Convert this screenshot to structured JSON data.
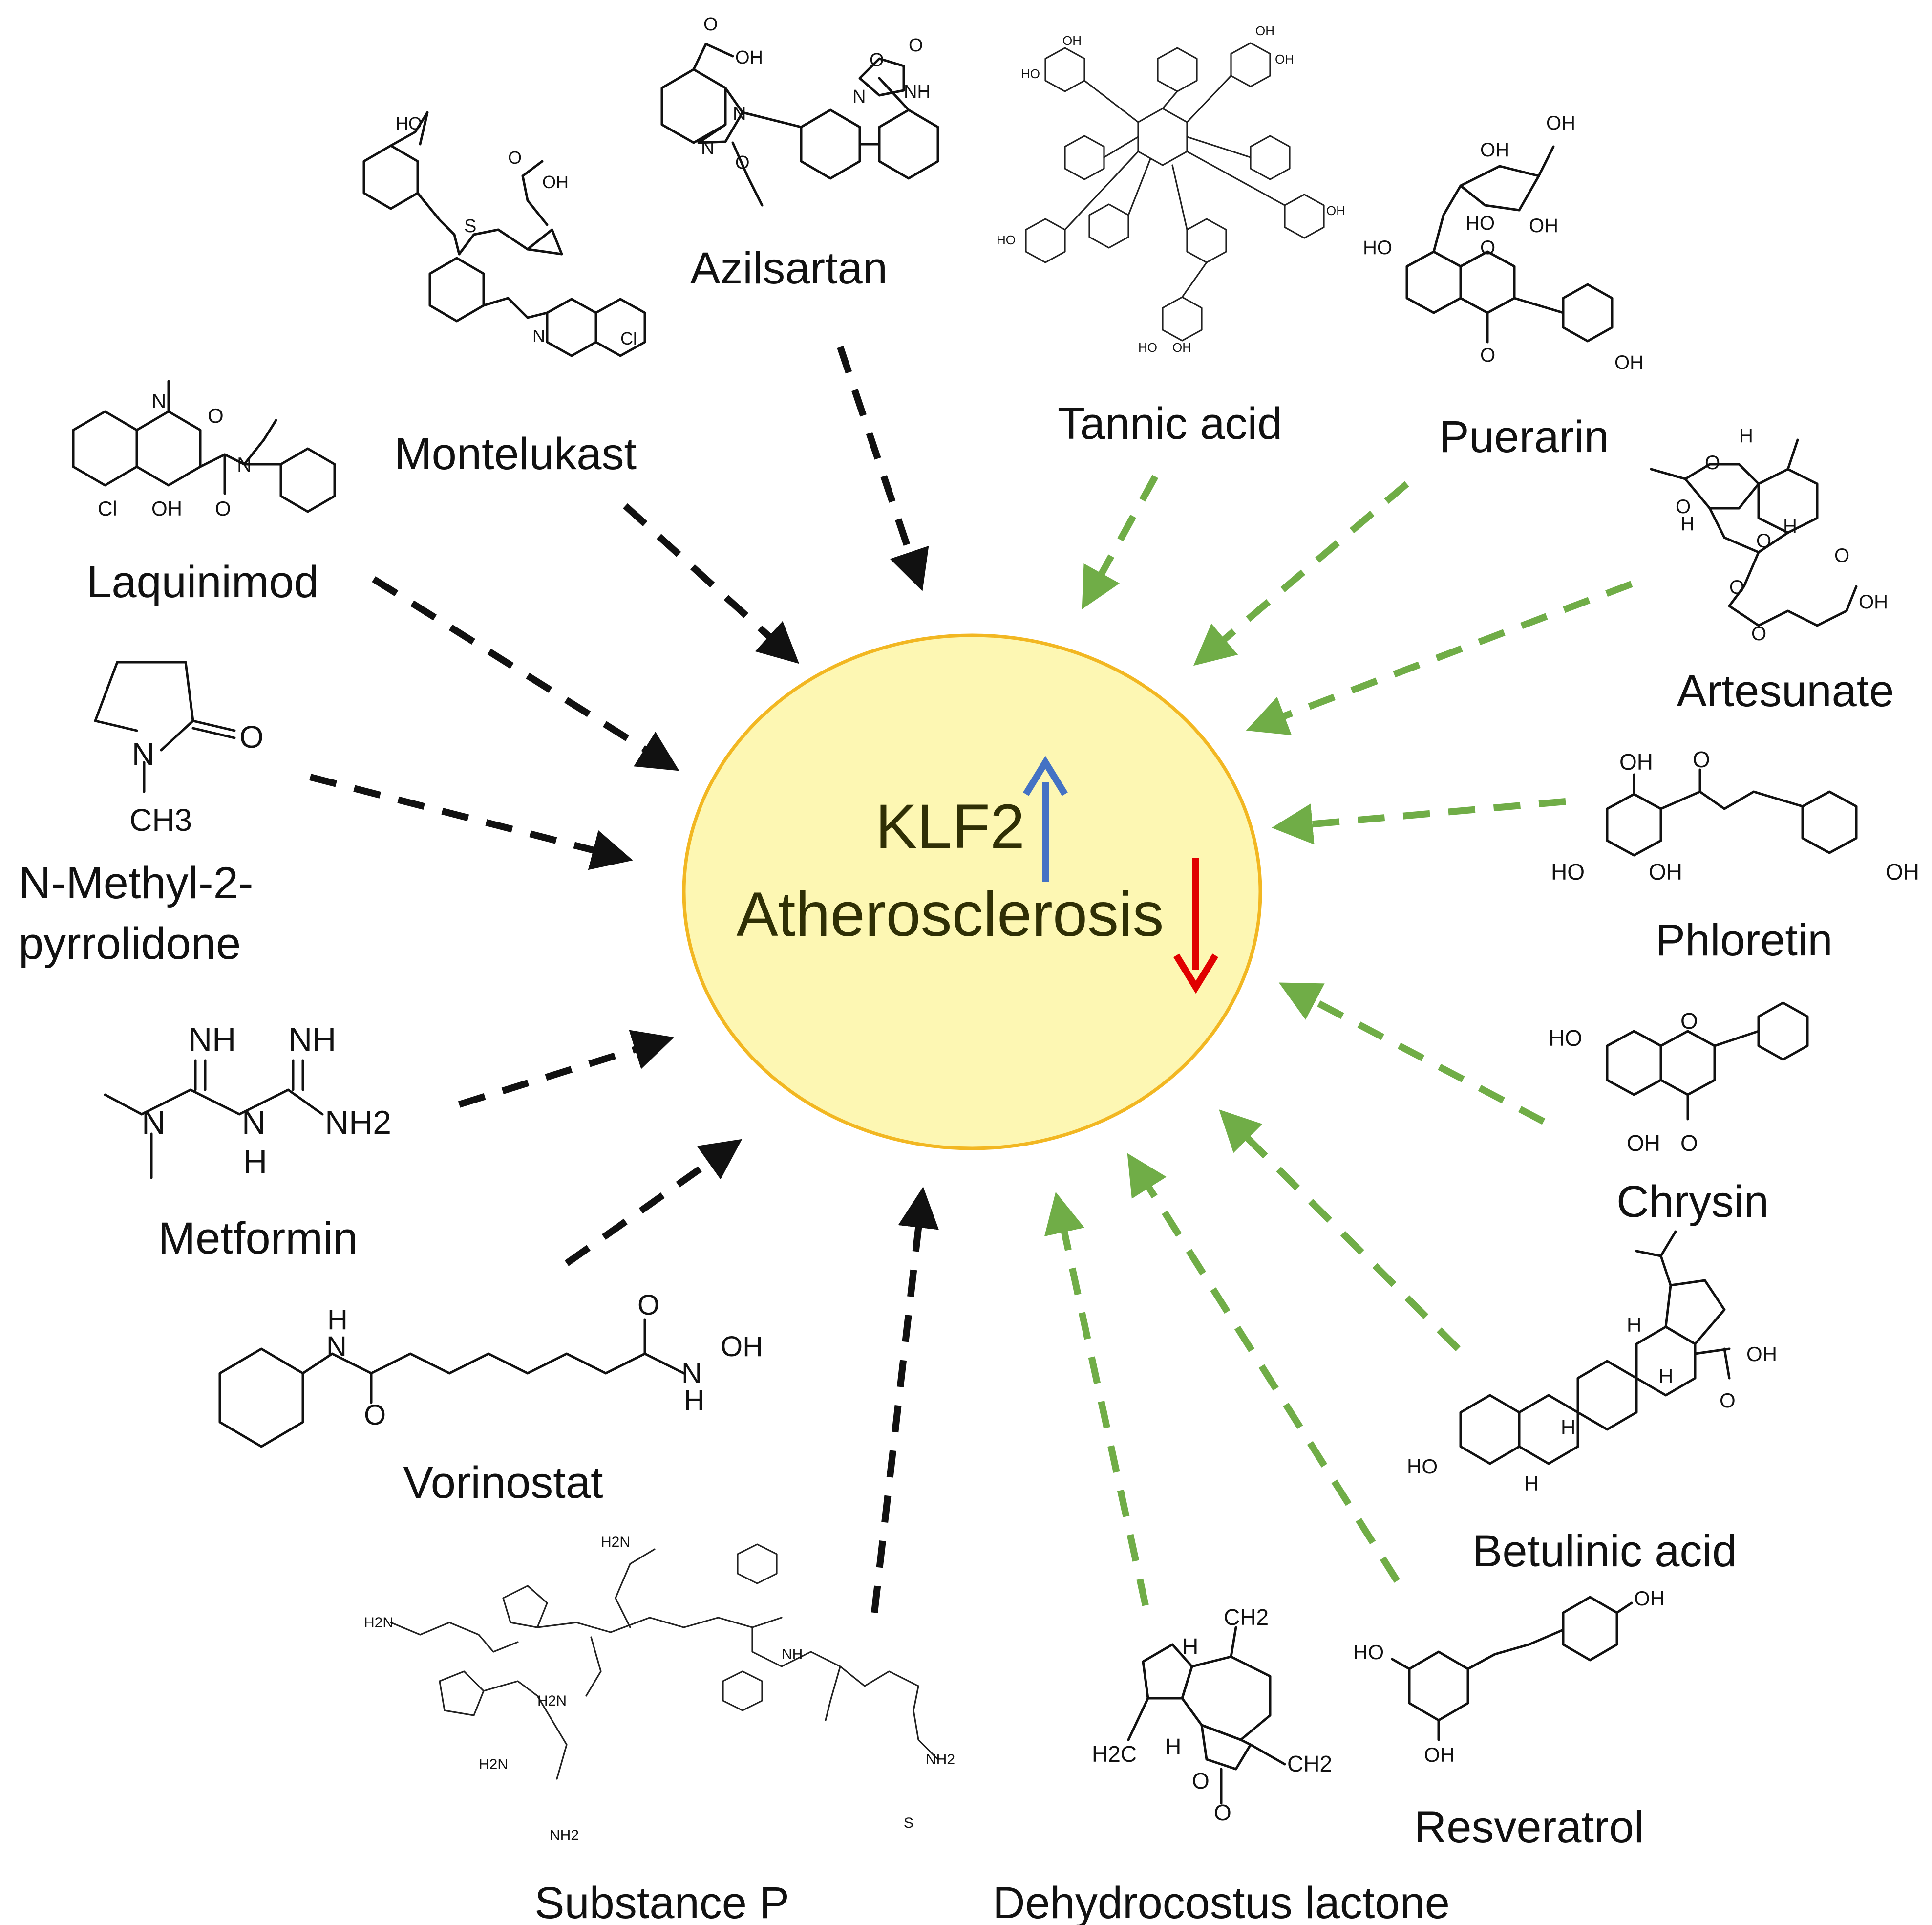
{
  "center": {
    "line1": "KLF2",
    "line2": "Atherosclerosis",
    "fill": "#fdf7b3",
    "stroke": "#f2b722",
    "up_arrow_color": "#4472c4",
    "down_arrow_color": "#e00000"
  },
  "arrow_colors": {
    "black": "#111111",
    "green": "#70ad47"
  },
  "compounds": {
    "azilsartan": "Azilsartan",
    "montelukast": "Montelukast",
    "laquinimod": "Laquinimod",
    "nmp_line1": "N-Methyl-2-",
    "nmp_line2": "pyrrolidone",
    "metformin": "Metformin",
    "vorinostat": "Vorinostat",
    "substance_p": "Substance P",
    "tannic_acid": "Tannic acid",
    "puerarin": "Puerarin",
    "artesunate": "Artesunate",
    "phloretin": "Phloretin",
    "chrysin": "Chrysin",
    "betulinic_acid": "Betulinic acid",
    "resveratrol": "Resveratrol",
    "dehydrocostus_lactone": "Dehydrocostus lactone"
  },
  "atoms": {
    "oh": "OH",
    "ho": "HO",
    "o": "O",
    "n": "N",
    "nh": "NH",
    "h": "H",
    "s": "S",
    "cl": "Cl",
    "ch3": "CH3",
    "nh2": "NH2",
    "ch2": "CH2",
    "h2c": "H2C",
    "h2n": "H2N"
  }
}
